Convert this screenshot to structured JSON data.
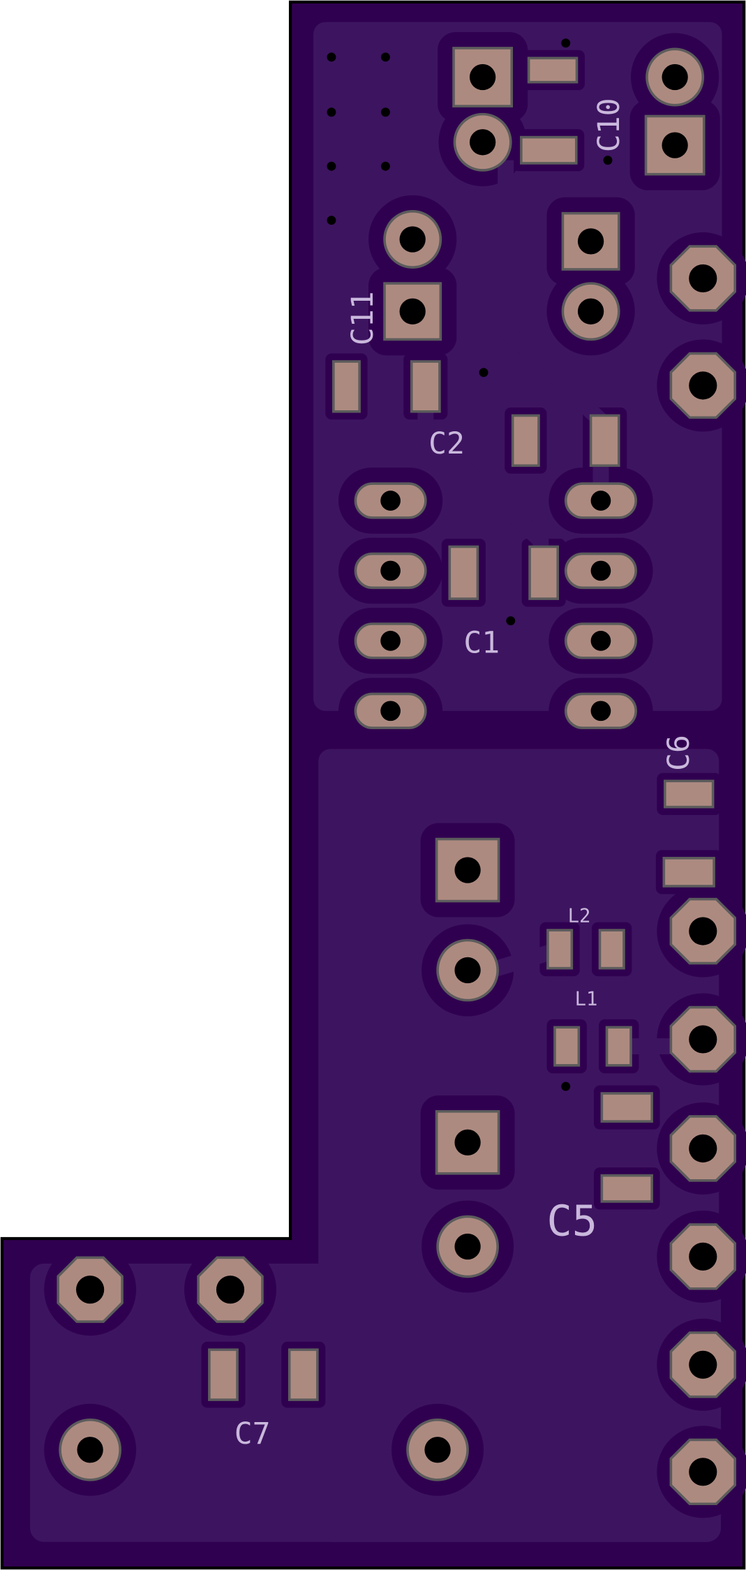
{
  "colors": {
    "board": "#300050",
    "pour": "#3d1460",
    "pad": "#ad8a80",
    "pad_outline": "#5c5c5c",
    "silkscreen": "#c9b8dc",
    "drill": "#000000",
    "outline": "#000000"
  },
  "labels": {
    "c10": "C10",
    "c11": "C11",
    "c2": "C2",
    "c1": "C1",
    "c6": "C6",
    "l2": "L2",
    "l1": "L1",
    "c5": "C5",
    "c7": "C7"
  }
}
